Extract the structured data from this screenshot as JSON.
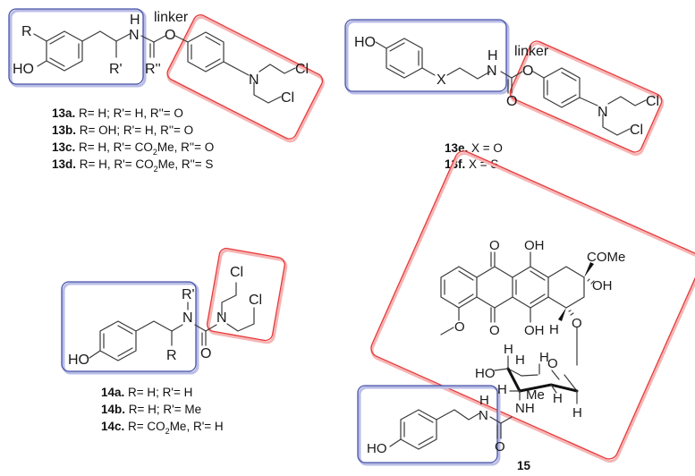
{
  "figure": {
    "box_colors": {
      "pharmacophore": "#4a55a8",
      "alkylating_agent": "#e63a3a"
    },
    "compound_13a_d": {
      "linker_label": "linker",
      "atoms": {
        "R": "R",
        "HO": "HO",
        "H": "H",
        "N": "N",
        "O": "O",
        "R1": "R'",
        "R2": "R''",
        "Cl1": "Cl",
        "Cl2": "Cl",
        "N2": "N"
      },
      "variants": [
        {
          "id": "13a.",
          "desc": " R= H; R'= H, R''= O"
        },
        {
          "id": "13b.",
          "desc": " R= OH; R'= H, R''= O"
        },
        {
          "id": "13c.",
          "desc_pre": " R= H, R'= CO",
          "sub": "2",
          "desc_post": "Me, R''= O"
        },
        {
          "id": "13d.",
          "desc_pre": " R= H, R'= CO",
          "sub": "2",
          "desc_post": "Me, R''= S"
        }
      ]
    },
    "compound_13e_f": {
      "linker_label": "linker",
      "atoms": {
        "HO": "HO",
        "X": "X",
        "H": "H",
        "N": "N",
        "O": "O",
        "O2": "O",
        "N2": "N",
        "Cl1": "Cl",
        "Cl2": "Cl"
      },
      "variants": [
        {
          "id": "13e.",
          "desc": " X = O"
        },
        {
          "id": "13f.",
          "desc": " X = S"
        }
      ]
    },
    "compound_14": {
      "atoms": {
        "HO": "HO",
        "R": "R",
        "R1": "R'",
        "N": "N",
        "O": "O",
        "N2": "N",
        "Cl1": "Cl",
        "Cl2": "Cl"
      },
      "variants": [
        {
          "id": "14a.",
          "desc": " R= H; R'= H"
        },
        {
          "id": "14b.",
          "desc": " R= H; R'= Me"
        },
        {
          "id": "14c.",
          "desc_pre": " R= CO",
          "sub": "2",
          "desc_post": "Me, R'= H"
        }
      ]
    },
    "compound_15": {
      "id": "15",
      "atoms": {
        "O_top1": "O",
        "OH_top": "OH",
        "COMe": "COMe",
        "OH_c9": "OH",
        "O_bot1": "O",
        "OH_bot": "OH",
        "H_c7": "H",
        "O_glyc": "O",
        "O_ome": "O",
        "H1": "H",
        "H2": "H",
        "HO_sugar": "HO",
        "H3": "H",
        "O_ring": "O",
        "H4": "H",
        "Me": "Me",
        "H5": "H",
        "NH": "NH",
        "H6": "H",
        "HO": "HO",
        "H_n": "H",
        "N": "N",
        "O_c": "O"
      }
    }
  }
}
